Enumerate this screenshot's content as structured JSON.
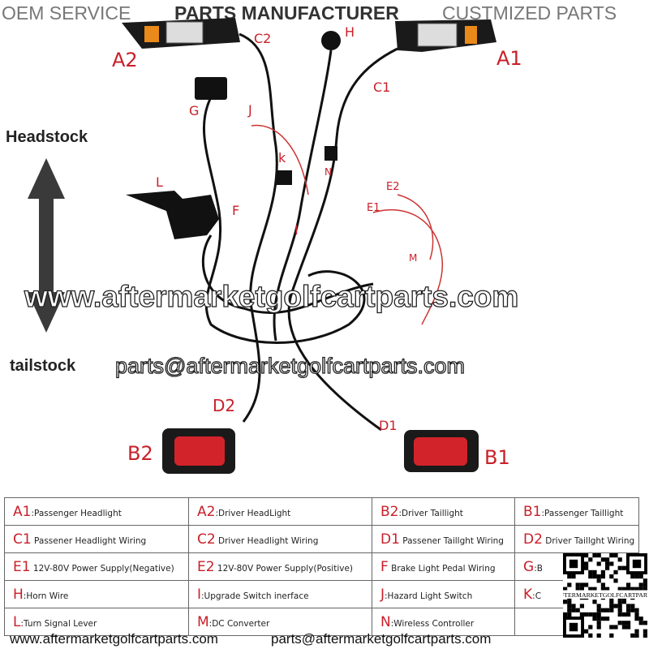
{
  "header": [
    "OEM SERVICE",
    "PARTS MANUFACTURER",
    "CUSTMIZED PARTS"
  ],
  "side": {
    "top": "Headstock",
    "bottom": "tailstock"
  },
  "labels": {
    "A2": "A2",
    "A1": "A1",
    "C2": "C2",
    "H": "H",
    "C1": "C1",
    "G": "G",
    "J": "J",
    "K": "k",
    "N": "N",
    "L": "L",
    "F": "F",
    "I": "I",
    "E2": "E2",
    "E1": "E1",
    "M": "M",
    "D2": "D2",
    "D1": "D1",
    "B2": "B2",
    "B1": "B1"
  },
  "watermark": {
    "url": "www.aftermarketgolfcartparts.com",
    "email": "parts@aftermarketgolfcartparts.com"
  },
  "legend": [
    [
      {
        "k": "A1",
        "t": ":Passenger Headlight"
      },
      {
        "k": "A2",
        "t": ":Driver HeadLight"
      },
      {
        "k": "B2",
        "t": ":Driver Taillight"
      },
      {
        "k": "B1",
        "t": ":Passenger Taillight"
      }
    ],
    [
      {
        "k": "C1",
        "t": " Passener Headlight Wiring"
      },
      {
        "k": "C2",
        "t": " Driver Headlight Wiring"
      },
      {
        "k": "D1",
        "t": " Passener Taillght Wiring"
      },
      {
        "k": "D2",
        "t": " Driver Taillght Wiring"
      }
    ],
    [
      {
        "k": "E1",
        "t": " 12V-80V Power Supply(Negative)"
      },
      {
        "k": "E2",
        "t": " 12V-80V Power Supply(Positive)"
      },
      {
        "k": "F",
        "t": " Brake Light Pedal Wiring"
      },
      {
        "k": "G",
        "t": ":B"
      }
    ],
    [
      {
        "k": "H",
        "t": ":Horn Wire"
      },
      {
        "k": "I",
        "t": ":Upgrade Switch inerface"
      },
      {
        "k": "J",
        "t": ":Hazard Light Switch"
      },
      {
        "k": "K",
        "t": ":C"
      }
    ],
    [
      {
        "k": "L",
        "t": ":Turn Signal Lever"
      },
      {
        "k": "M",
        "t": ":DC Converter"
      },
      {
        "k": "N",
        "t": ":Wireless Controller"
      },
      {
        "k": "",
        "t": ""
      }
    ]
  ],
  "footer": {
    "url": "www.aftermarketgolfcartparts.com",
    "email": "parts@aftermarketgolfcartparts.com"
  },
  "qr_text": "AFTERMARKETGOLFCARTPARTS"
}
